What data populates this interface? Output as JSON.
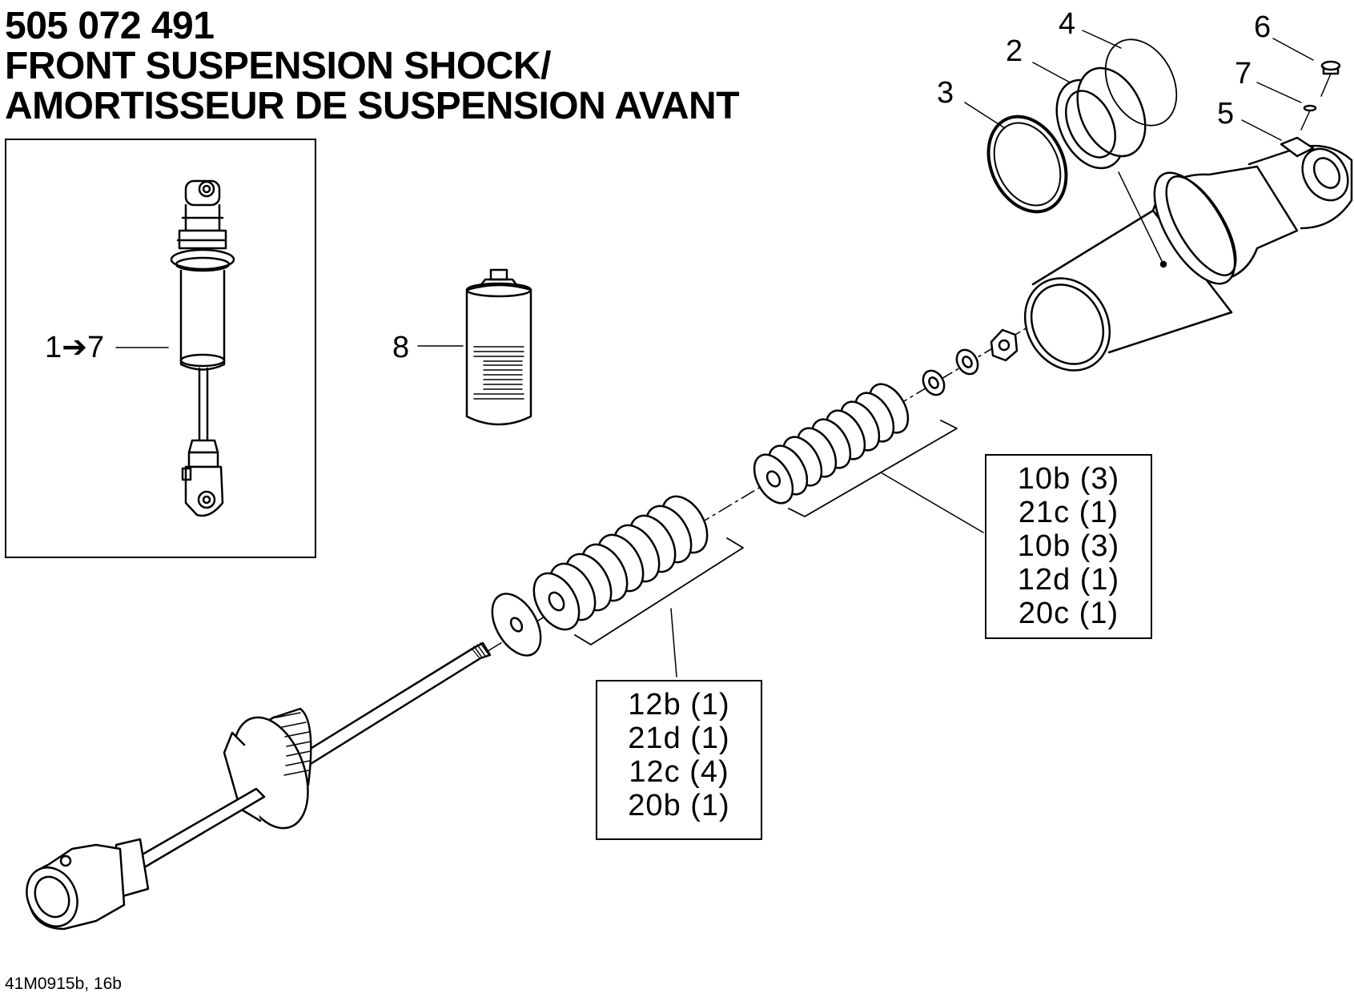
{
  "title": {
    "part_number": "505 072 491",
    "name_en": "FRONT SUSPENSION SHOCK/",
    "name_fr": "AMORTISSEUR DE SUSPENSION AVANT"
  },
  "callouts": {
    "c1to7": "1➔7",
    "c2": "2",
    "c3": "3",
    "c4": "4",
    "c5": "5",
    "c6": "6",
    "c7": "7",
    "c8": "8"
  },
  "kits": {
    "upper": [
      "10b (3)",
      "21c (1)",
      "10b (3)",
      "12d (1)",
      "20c (1)"
    ],
    "lower": [
      "12b (1)",
      "21d (1)",
      "12c (4)",
      "20b (1)"
    ]
  },
  "figure_code": "41M0915b, 16b"
}
